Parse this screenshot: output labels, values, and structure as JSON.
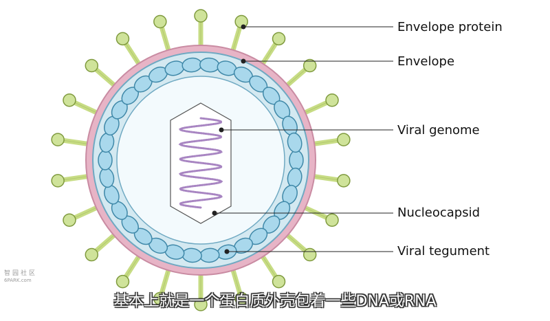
{
  "labels": {
    "envelope_protein": "Envelope protein",
    "envelope": "Envelope",
    "viral_genome": "Viral genome",
    "nucleocapsid": "Nucleocapsid",
    "viral_tegument": "Viral tegument"
  },
  "subtitle": "基本上就是一个蛋白质外壳包着一些DNA或RNA",
  "watermark": {
    "cn": "智园社区",
    "en": "6PARK.com"
  },
  "colors": {
    "spike_stem": "#c7dc84",
    "spike_head": "#cfe39a",
    "envelope": "#e3a8bc",
    "tegument": "#cfe6ee",
    "capsomere": "#a9d8ec",
    "genome": "#a885c2",
    "inner": "#f3fafd"
  }
}
